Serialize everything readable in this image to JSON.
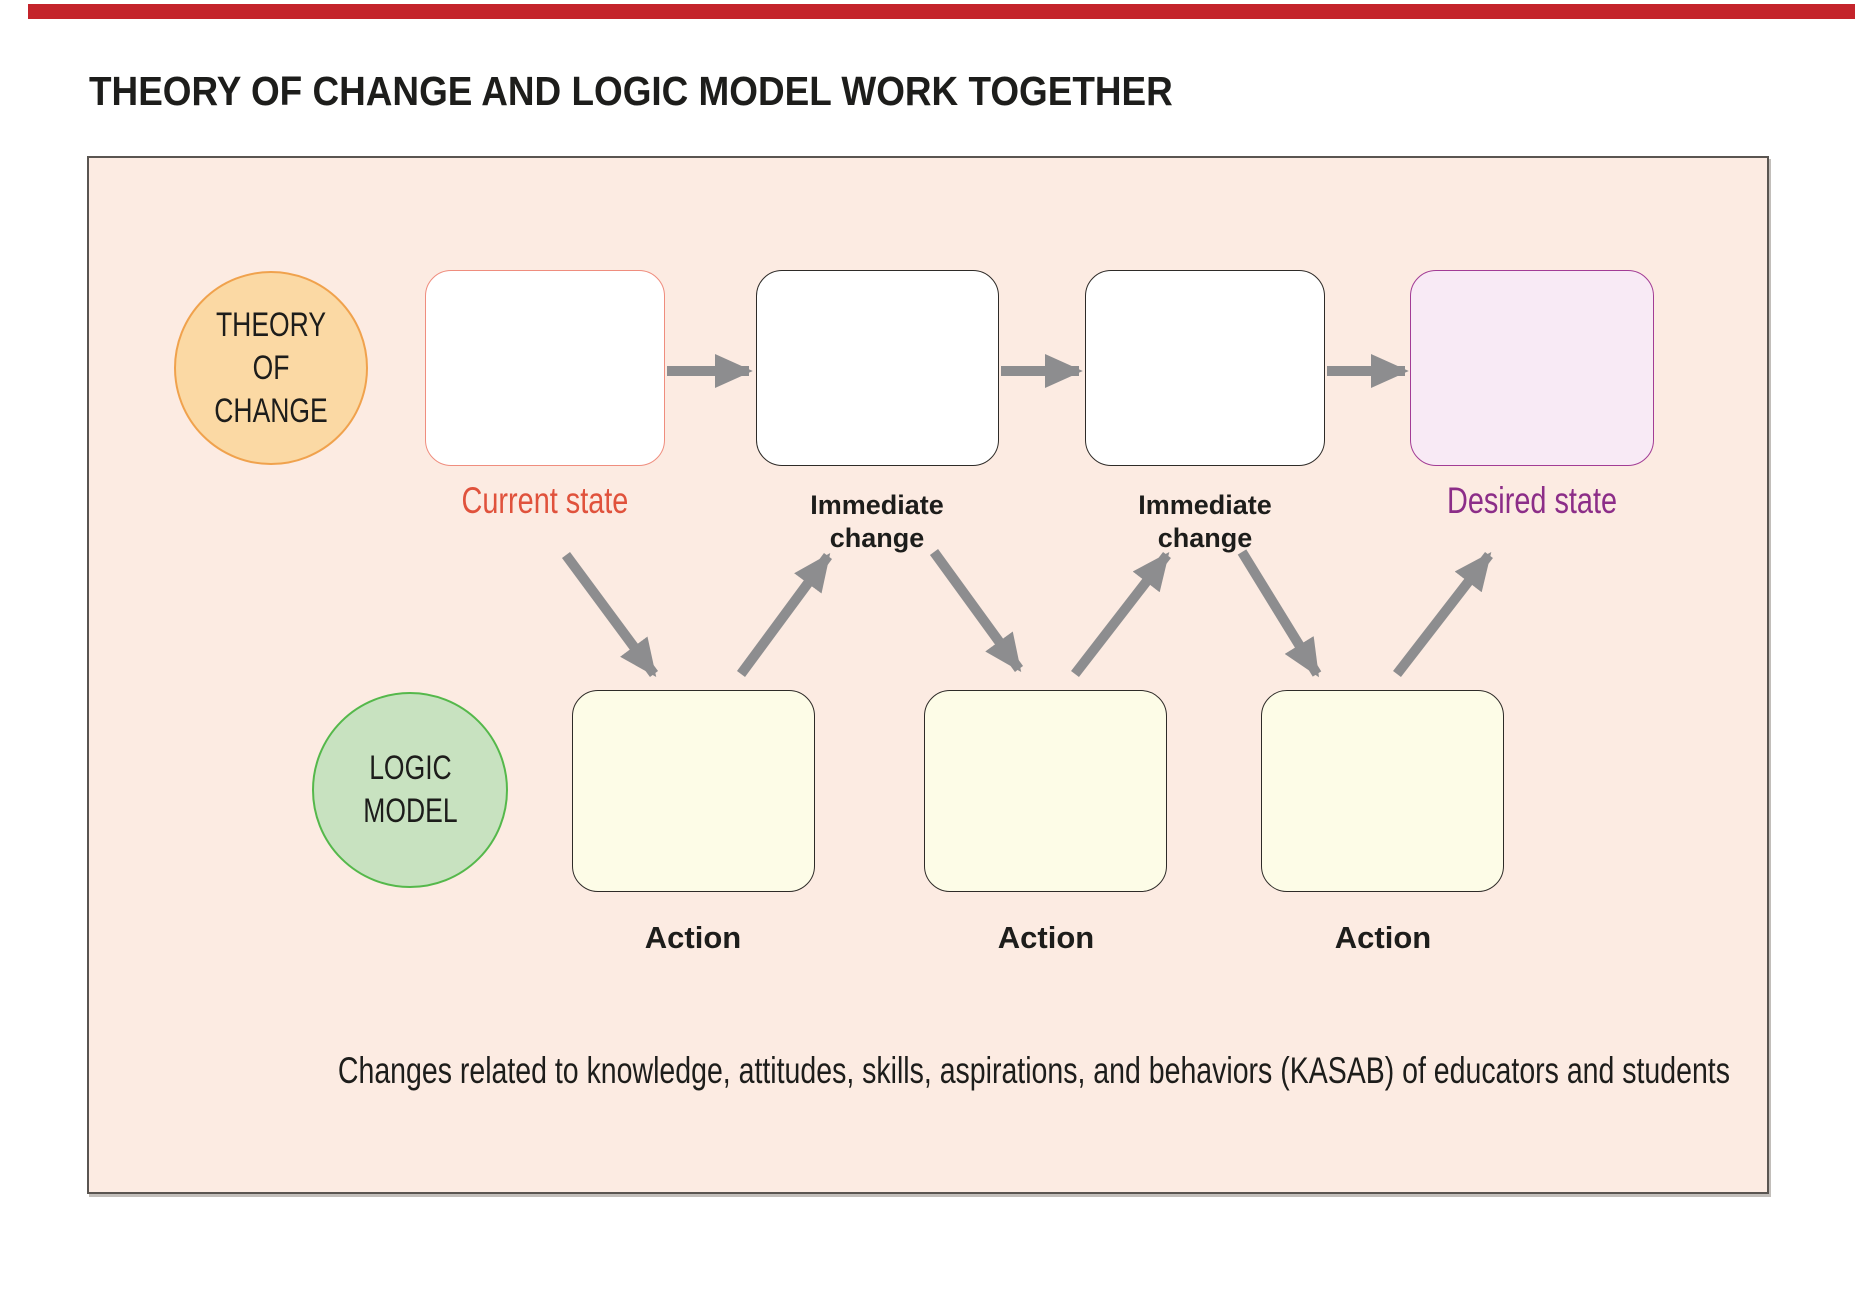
{
  "title": "THEORY OF CHANGE AND LOGIC MODEL WORK TOGETHER",
  "circles": {
    "theory": "THEORY OF\nCHANGE",
    "logic": "LOGIC\nMODEL"
  },
  "state_labels": {
    "current": "Current state",
    "immediate1": "Immediate\nchange",
    "immediate2": "Immediate\nchange",
    "desired": "Desired state"
  },
  "action_labels": [
    "Action",
    "Action",
    "Action"
  ],
  "footnote": "Changes related to knowledge, attitudes, skills, aspirations, and behaviors (KASAB) of educators and students",
  "colors": {
    "top_bar_red": "#c4242b",
    "panel_background": "#fcebe2",
    "panel_border": "#5a5551",
    "theory_circle_fill": "#fbd9a4",
    "theory_circle_border": "#f0a24d",
    "logic_circle_fill": "#c8e2c0",
    "logic_circle_border": "#55b84b",
    "current_box_border": "#ef8d7e",
    "current_label_text": "#e0523c",
    "desired_box_fill": "#f8eaf5",
    "desired_box_border": "#a23c95",
    "desired_label_text": "#8c2d88",
    "action_box_fill": "#fdfce7",
    "arrow_gray": "#8d8d8f"
  }
}
